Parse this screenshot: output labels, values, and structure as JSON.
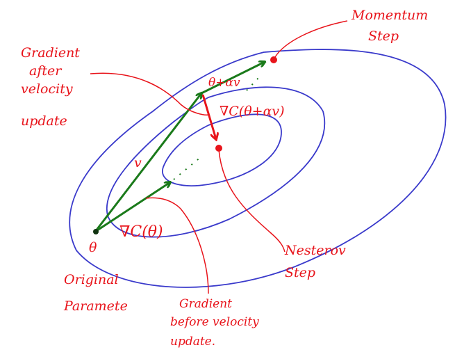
{
  "colors": {
    "contour": "#3a3acb",
    "vector": "#1a7a1a",
    "annotation": "#e8141b"
  },
  "labels": {
    "momentum_step": [
      "Momentum",
      "Step"
    ],
    "gradient_after": [
      "Gradient",
      "after",
      "velocity",
      "update"
    ],
    "theta_plus_av": "θ+αv",
    "grad_after_symbol": "∇C(θ+αv)",
    "velocity": "v",
    "grad_before_symbol": "∇C(θ)",
    "theta": "θ",
    "original_parameter": [
      "Original",
      "Paramete"
    ],
    "nesterov_step": [
      "Nesterov",
      "Step"
    ],
    "gradient_before": [
      "Gradient",
      "before velocity",
      "update."
    ]
  }
}
